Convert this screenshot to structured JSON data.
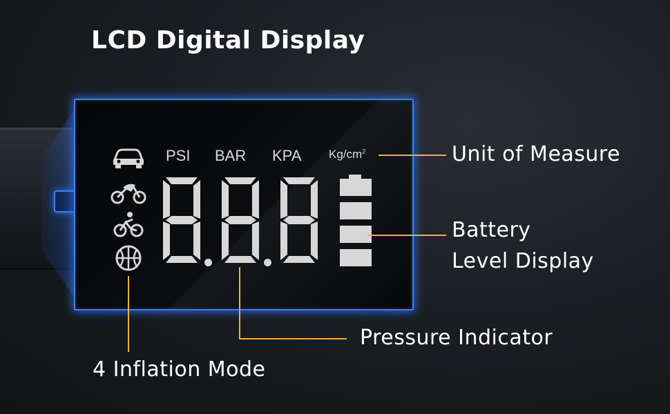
{
  "title": "LCD Digital Display",
  "units": {
    "psi": "PSI",
    "bar": "BAR",
    "kpa": "KPA",
    "kgcm_base": "Kg/cm",
    "kgcm_sup": "2"
  },
  "mode_icons": [
    "car-icon",
    "motorcycle-icon",
    "bicycle-icon",
    "ball-icon"
  ],
  "readout": "8.8.8",
  "battery_bars": 4,
  "callouts": {
    "unit_of_measure": "Unit of Measure",
    "battery_line1": "Battery",
    "battery_line2": "Level Display",
    "pressure_indicator": "Pressure Indicator",
    "inflation_mode": "4 Inflation Mode"
  },
  "colors": {
    "accent_line": "#f2b233",
    "lcd_border": "#3c7cff",
    "segment": "#d7d7d7"
  }
}
